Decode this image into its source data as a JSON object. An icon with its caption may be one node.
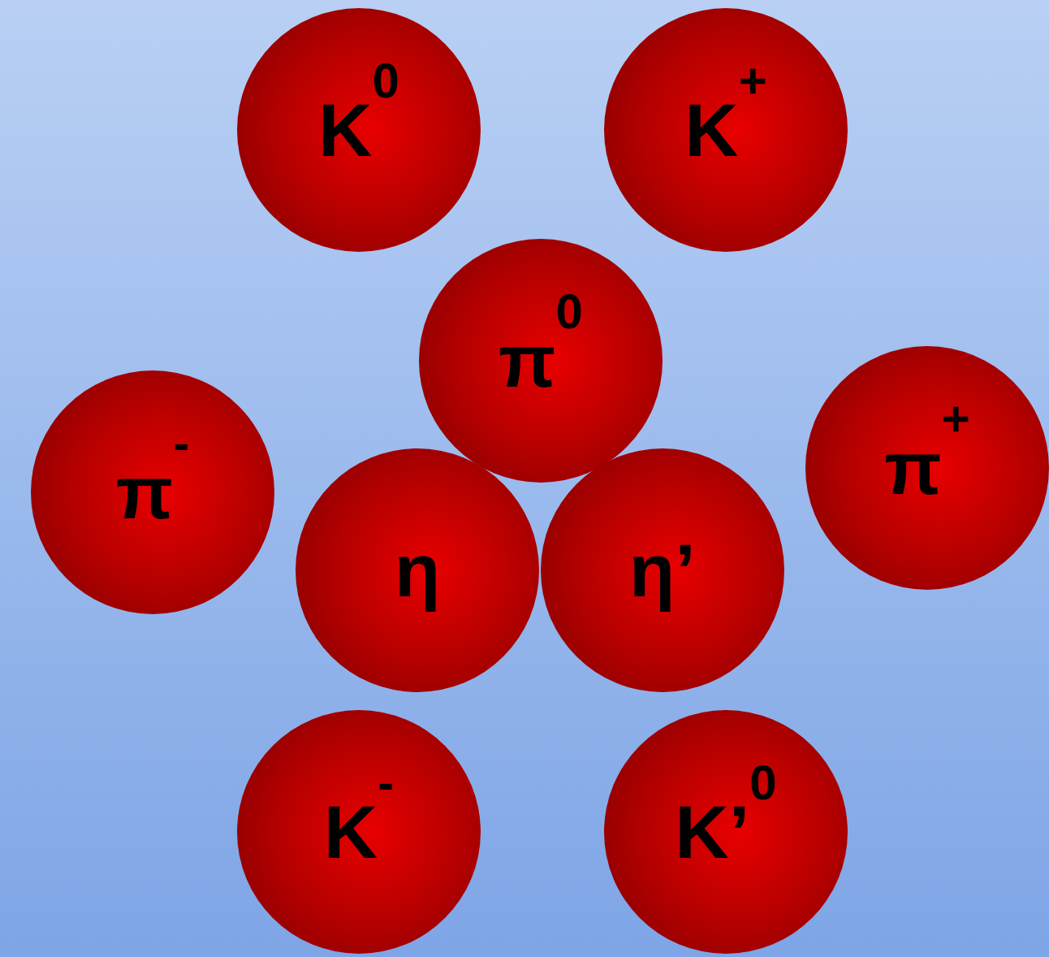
{
  "diagram": {
    "nodes": [
      {
        "text": [
          "K$^{0}$"
        ]
      },
      {
        "text": [
          "K$^{+}$"
        ]
      },
      {
        "text": [
          "π$^{0}$"
        ]
      },
      {
        "text": [
          "π$^{-}$"
        ]
      },
      {
        "text": [
          "π$^{+}$"
        ]
      },
      {
        "text": [
          "η"
        ]
      },
      {
        "text": [
          "η’"
        ]
      },
      {
        "text": [
          "K$^{-}$"
        ]
      },
      {
        "text": [
          "K’$^{0}$"
        ]
      }
    ]
  }
}
